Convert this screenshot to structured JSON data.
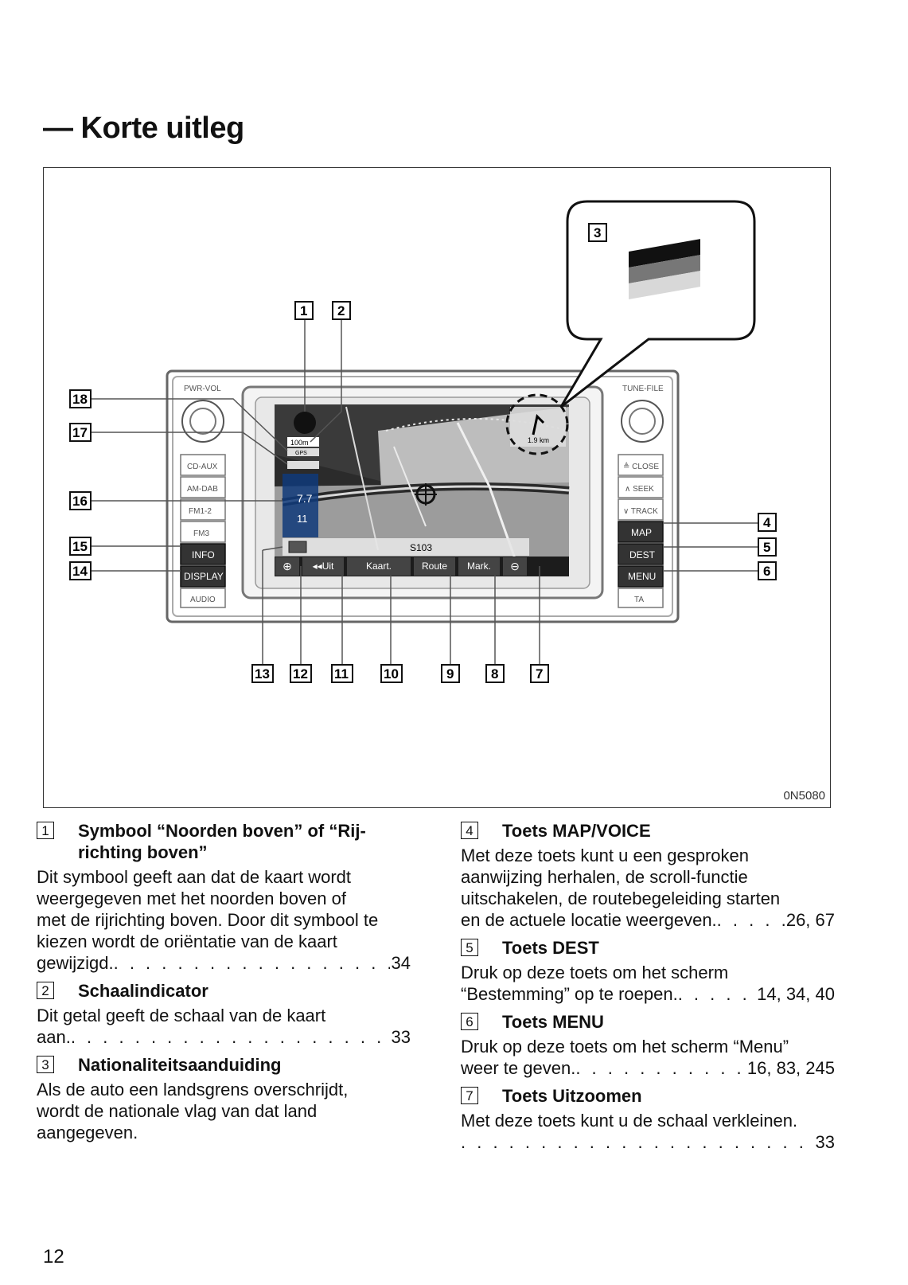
{
  "page_title": "— Korte uitleg",
  "figure": {
    "code": "0N5080",
    "hardware_labels": {
      "pwr_vol": "PWR-VOL",
      "tune_file": "TUNE-FILE",
      "cd_aux": "CD-AUX",
      "am_dab": "AM-DAB",
      "fm12": "FM1-2",
      "fm3": "FM3",
      "info": "INFO",
      "display": "DISPLAY",
      "audio": "AUDIO",
      "close": "≜ CLOSE",
      "seek": "∧ SEEK",
      "track": "∨ TRACK",
      "map": "MAP",
      "dest": "DEST",
      "menu": "MENU",
      "ta": "TA"
    },
    "screen": {
      "scale": "100m",
      "gps": "GPS",
      "km": "1.9 km",
      "road_label": "S103",
      "buttons": [
        "⊕",
        "◂◂Uit",
        "Kaart.",
        "Route",
        "Mark.",
        "⊖"
      ]
    },
    "callouts": [
      "1",
      "2",
      "3",
      "4",
      "5",
      "6",
      "7",
      "8",
      "9",
      "10",
      "11",
      "12",
      "13",
      "14",
      "15",
      "16",
      "17",
      "18"
    ]
  },
  "items_left": [
    {
      "num": "1",
      "title": "Symbool “Noorden boven” of “Rij-richting boven”",
      "title_line1": "Symbool “Noorden boven” of “Rij-",
      "title_line2": "richting boven”",
      "body_lines": [
        "Dit symbool geeft aan dat de kaart wordt",
        "weergegeven met het noorden boven of",
        "met de rijrichting boven. Door dit symbool te",
        "kiezen wordt de oriëntatie van de kaart"
      ],
      "last_line": "gewijzigd.",
      "ref": "34"
    },
    {
      "num": "2",
      "title": "Schaalindicator",
      "body_lines": [
        "Dit getal geeft de schaal van de kaart"
      ],
      "last_line": "aan.",
      "ref": "33"
    },
    {
      "num": "3",
      "title": "Nationaliteitsaanduiding",
      "body_lines": [
        "Als de auto een landsgrens overschrijdt,",
        "wordt de nationale vlag van dat land",
        "aangegeven."
      ]
    }
  ],
  "items_right": [
    {
      "num": "4",
      "title": "Toets MAP/VOICE",
      "body_lines": [
        "Met deze toets kunt u een gesproken",
        "aanwijzing herhalen, de scroll-functie",
        "uitschakelen, de routebegeleiding starten"
      ],
      "last_line": "en de actuele locatie weergeven.",
      "ref": "26, 67"
    },
    {
      "num": "5",
      "title": "Toets DEST",
      "body_lines": [
        "Druk op deze toets om het scherm"
      ],
      "last_line": "“Bestemming” op te roepen.",
      "ref": "14, 34, 40"
    },
    {
      "num": "6",
      "title": "Toets MENU",
      "body_lines": [
        "Druk op deze toets om het scherm “Menu”"
      ],
      "last_line": "weer te geven.",
      "ref": "16, 83, 245"
    },
    {
      "num": "7",
      "title": "Toets Uitzoomen",
      "body_lines": [
        "Met deze toets kunt u de schaal verkleinen."
      ],
      "last_line": "",
      "ref": "33"
    }
  ],
  "page_number": "12"
}
